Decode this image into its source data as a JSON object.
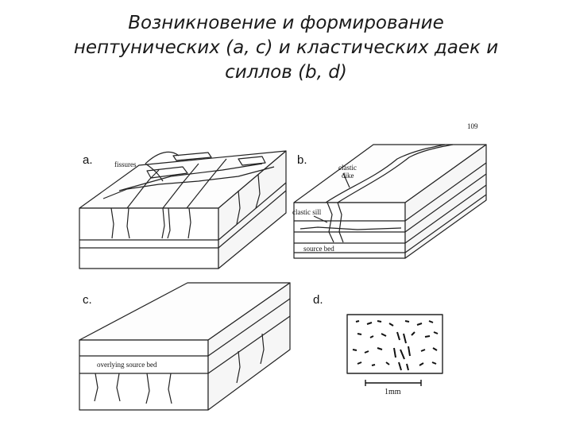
{
  "title": {
    "line1": "Возникновение и формирование",
    "line2": "нептунических (a, c) и кластических даек и",
    "line3": "силлов (b, d)"
  },
  "figure": {
    "page_number": "109",
    "panel_a": {
      "letter": "a.",
      "label_fissures": "fissures"
    },
    "panel_b": {
      "letter": "b.",
      "label_clastic": "clastic",
      "label_dike": "dike",
      "label_clastic_sill": "clastic sill",
      "label_source_bed": "source bed"
    },
    "panel_c": {
      "letter": "c.",
      "label_overlying": "overlying source bed"
    },
    "panel_d": {
      "letter": "d.",
      "scale_label": "1mm"
    }
  }
}
